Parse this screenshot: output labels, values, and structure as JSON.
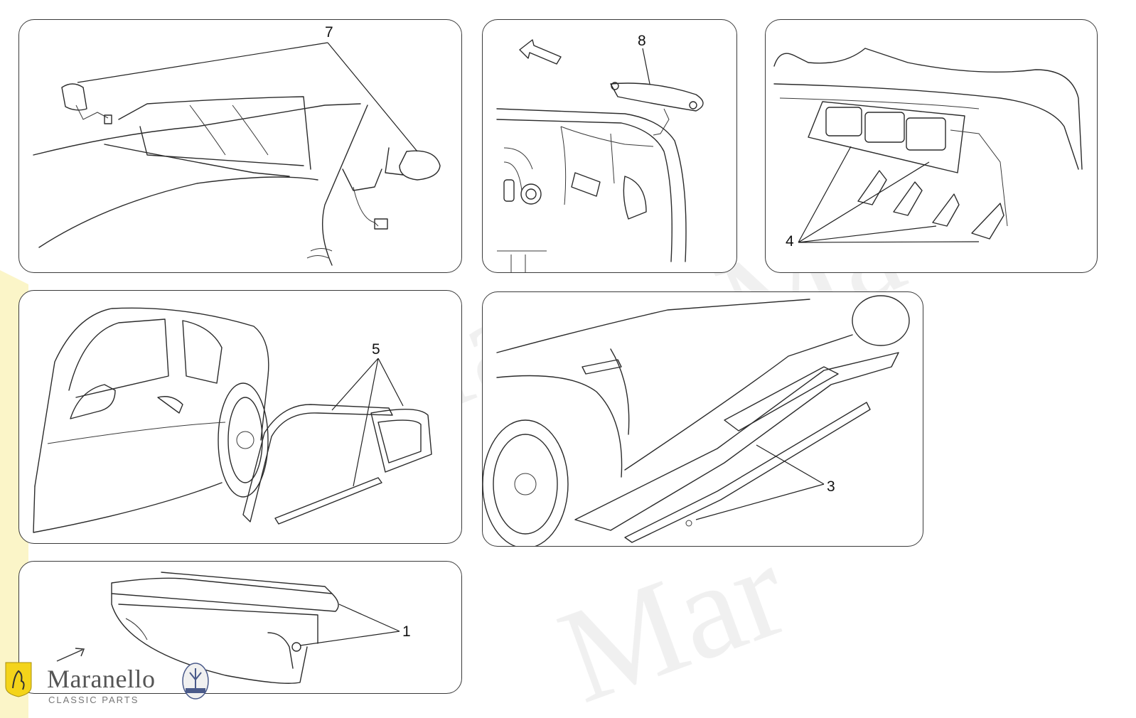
{
  "callouts": {
    "p7": "7",
    "p8": "8",
    "p4": "4",
    "p5": "5",
    "p3": "3",
    "p1": "1"
  },
  "brand": {
    "name": "Maranello",
    "sub": "CLASSIC PARTS"
  },
  "colors": {
    "line": "#2b2b2b",
    "border": "#3a3a3a",
    "watermark": "#d8d8d8",
    "ferrari_yellow": "#f4d41a"
  }
}
